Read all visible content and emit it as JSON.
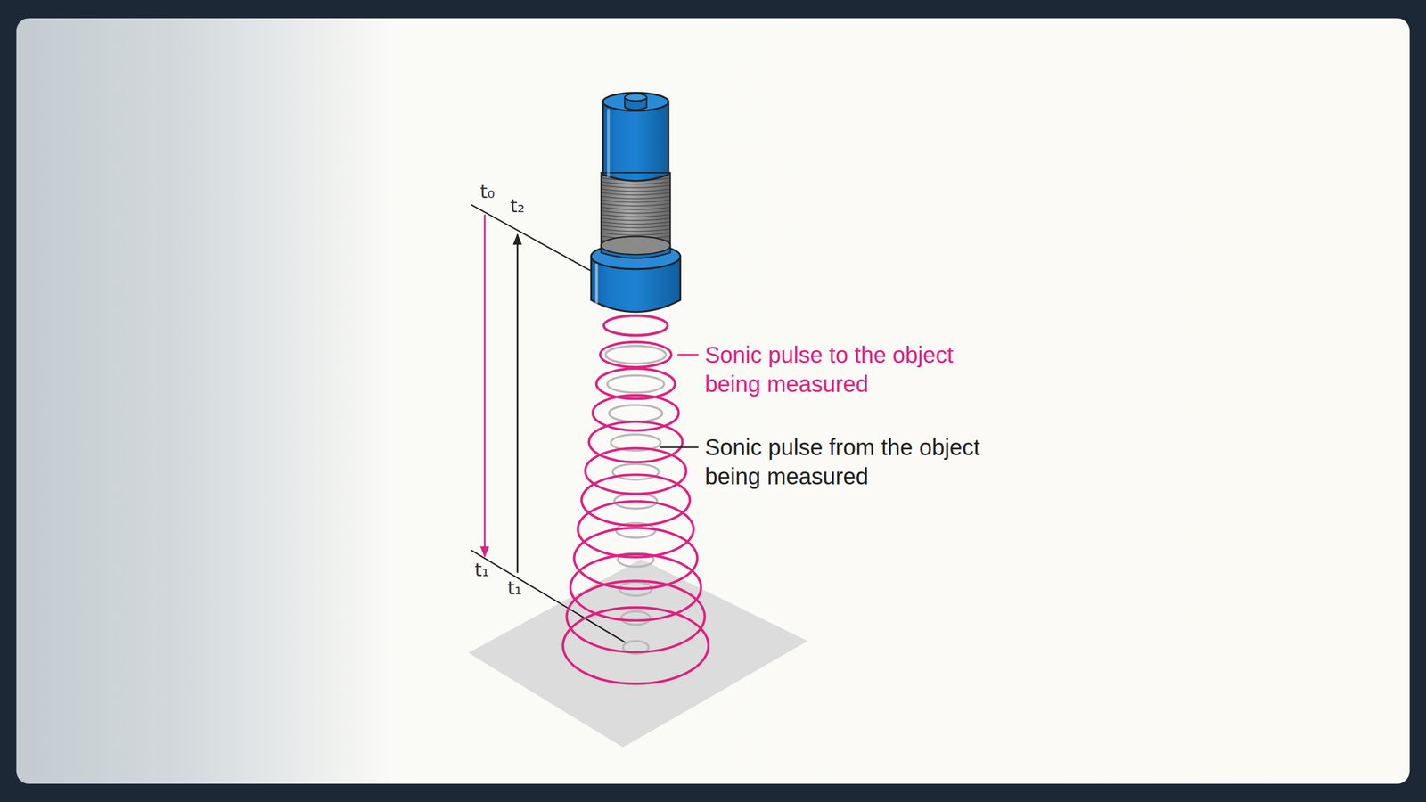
{
  "diagram": {
    "labels": [
      "t₀",
      "t₂",
      "t₁",
      "t₁",
      "Sonic pulse to the object being measured",
      "Sonic pulse from the object being measured"
    ]
  }
}
